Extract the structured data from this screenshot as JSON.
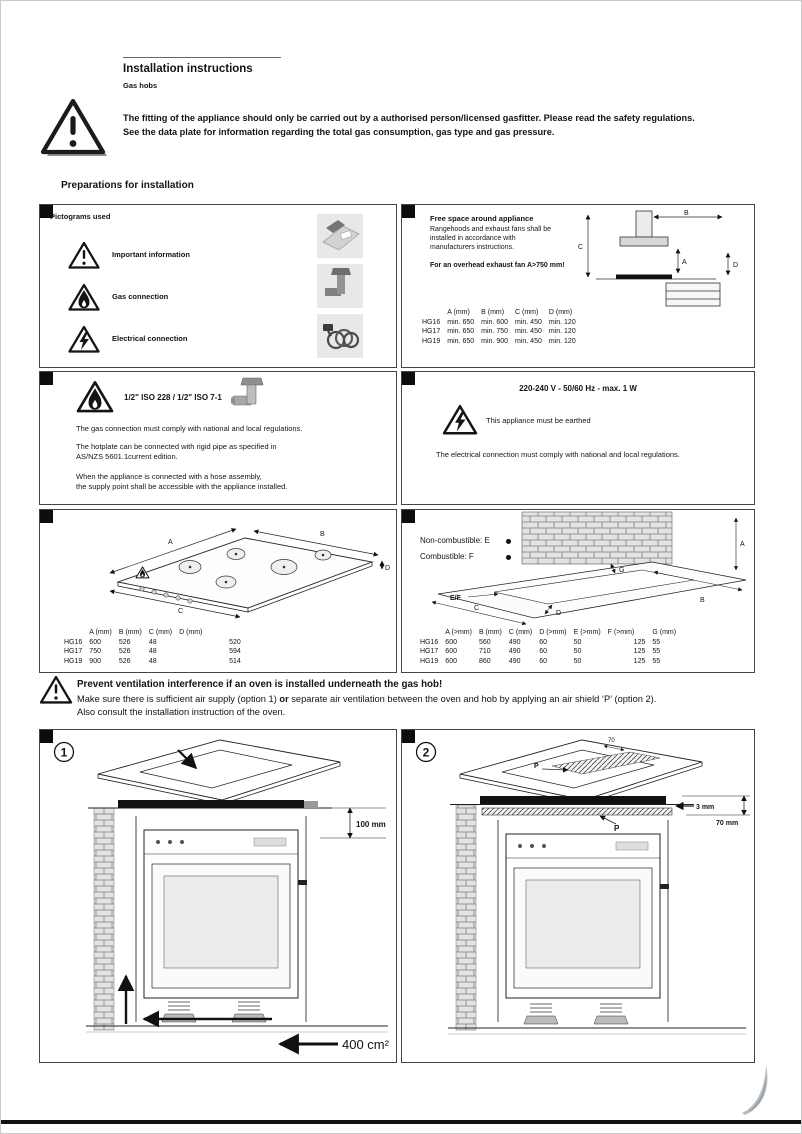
{
  "header": {
    "title": "Installation instructions",
    "subtitle": "Gas hobs",
    "safety_line1": "The fitting of the appliance should only be carried out by a authorised person/licensed gasfitter. Please read the safety regulations.",
    "safety_line2": "See the data plate for information regarding the total gas consumption, gas type and gas pressure.",
    "section_heading": "Preparations for installation"
  },
  "pictograms_box": {
    "title": "Pictograms used",
    "items": [
      {
        "icon": "important-information-triangle-icon",
        "label": "Important information"
      },
      {
        "icon": "gas-connection-triangle-icon",
        "label": "Gas connection"
      },
      {
        "icon": "electrical-connection-triangle-icon",
        "label": "Electrical  connection"
      }
    ]
  },
  "free_space_box": {
    "title": "Free space around appliance",
    "body_lines": [
      "Rangehoods and exhaust fans shall be",
      "installed in accordance with",
      "manufacturers instructions."
    ],
    "note": "For an overhead exhaust fan A>750 mm!",
    "diagram_labels": {
      "a": "A",
      "b": "B",
      "c": "C",
      "d": "D"
    },
    "table": {
      "headers": [
        "",
        "A (mm)",
        "B (mm)",
        "C (mm)",
        "D (mm)"
      ],
      "rows": [
        [
          "HG16",
          "min. 650",
          "min. 600",
          "min. 450",
          "min. 120"
        ],
        [
          "HG17",
          "min. 650",
          "min. 750",
          "min. 450",
          "min. 120"
        ],
        [
          "HG19",
          "min. 650",
          "min. 900",
          "min. 450",
          "min. 120"
        ]
      ]
    }
  },
  "gas_box": {
    "title": "1/2\" ISO 228 / 1/2\" ISO 7-1",
    "para1": "The gas connection must comply with national and local regulations.",
    "para2_lines": [
      "The hotplate can be connected with rigid pipe as specified in",
      "AS/NZS 5601.1current edition."
    ],
    "para3_lines": [
      "When the appliance is connected with a hose assembly,",
      "the supply point shall be accessible with the appliance installed."
    ]
  },
  "electrical_box": {
    "title": "220-240 V - 50/60 Hz - max. 1 W",
    "earthed_note": "This appliance must be earthed",
    "body": "The electrical connection must comply with national and local regulations."
  },
  "dimensions_box": {
    "diagram_labels": {
      "a": "A",
      "b": "B",
      "c": "C",
      "d": "D"
    },
    "table": {
      "headers": [
        "",
        "A (mm)",
        "B (mm)",
        "C (mm)",
        "D (mm)"
      ],
      "rows": [
        [
          "HG16",
          "600",
          "526",
          "48",
          "520"
        ],
        [
          "HG17",
          "750",
          "526",
          "48",
          "594"
        ],
        [
          "HG19",
          "900",
          "526",
          "48",
          "514"
        ]
      ]
    }
  },
  "clearance_box": {
    "legend": [
      {
        "label": "Non-combustible: E"
      },
      {
        "label": "Combustible: F"
      }
    ],
    "diagram_labels": {
      "ef": "E/F",
      "a": "A",
      "b": "B",
      "c": "C",
      "d": "D",
      "g": "G"
    },
    "table": {
      "headers": [
        "",
        "A (>mm)",
        "B (mm)",
        "C (mm)",
        "D (>mm)",
        "E (>mm)",
        "F (>mm)",
        "G (mm)"
      ],
      "rows": [
        [
          "HG16",
          "600",
          "560",
          "490",
          "60",
          "50",
          "125",
          "55"
        ],
        [
          "HG17",
          "600",
          "710",
          "490",
          "60",
          "50",
          "125",
          "55"
        ],
        [
          "HG19",
          "600",
          "860",
          "490",
          "60",
          "50",
          "125",
          "55"
        ]
      ]
    }
  },
  "ventilation_warning": {
    "title": "Prevent ventilation interference if an oven is installed underneath the gas hob!",
    "body_pre": "Make sure there is sufficient air supply (option 1) ",
    "body_bold": "or",
    "body_post": " separate air ventilation between the oven and hob by applying an air shield ‘P’ (option 2).",
    "body_line2": "Also consult the installation instruction of the oven."
  },
  "option1_box": {
    "number": "1",
    "dim_label": "100 mm",
    "vent_label": "400 cm²"
  },
  "option2_box": {
    "number": "2",
    "top_dim_label": "70",
    "shield_label": "P",
    "gap_label": "3 mm",
    "height_label": "70 mm"
  },
  "colors": {
    "ink": "#141414",
    "box_border": "#454545"
  }
}
